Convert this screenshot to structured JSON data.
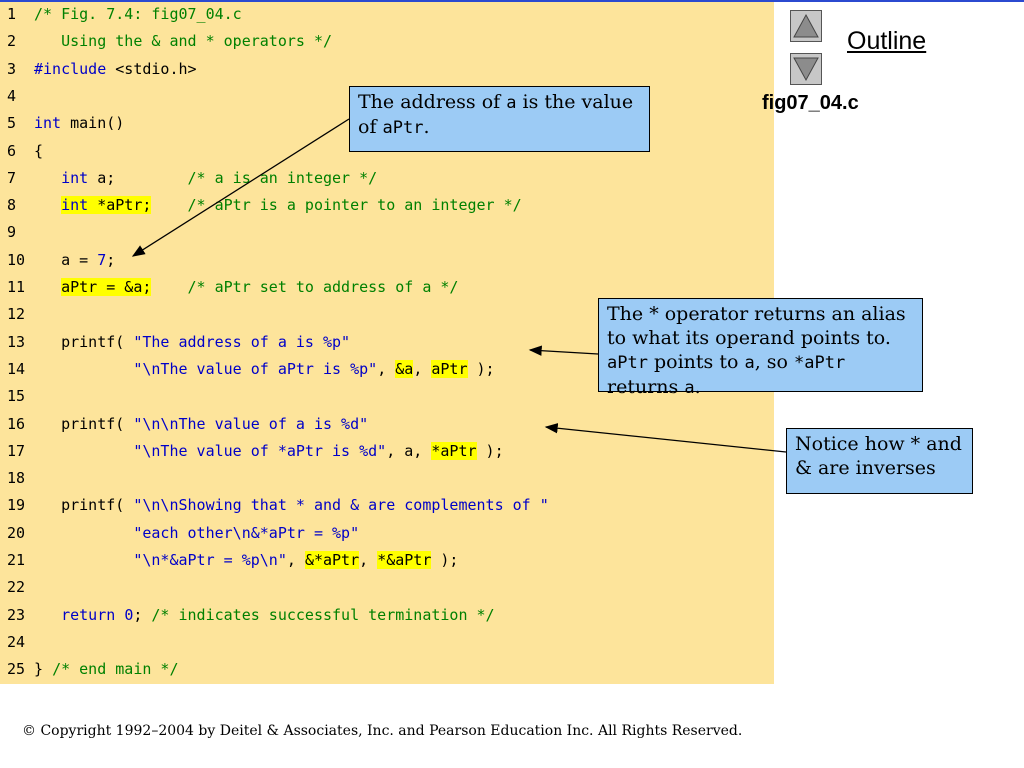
{
  "slide": {
    "outline_label": "Outline",
    "file_label": "fig07_04.c",
    "copyright": "© Copyright 1992–2004 by Deitel & Associates, Inc. and Pearson Education Inc. All Rights Reserved.",
    "colors": {
      "code_background": "#fde49b",
      "callout_background": "#9ccbf5",
      "highlight": "#ffff00",
      "comment": "#008000",
      "keyword": "#0000c8"
    }
  },
  "nav": {
    "up_icon": "triangle-up-icon",
    "down_icon": "triangle-down-icon"
  },
  "code": {
    "lines": [
      {
        "n": "1",
        "tokens": [
          {
            "t": "/* Fig. 7.4: fig07_04.c",
            "c": "cm"
          }
        ]
      },
      {
        "n": "2",
        "tokens": [
          {
            "t": "   Using the & and * operators */",
            "c": "cm"
          }
        ]
      },
      {
        "n": "3",
        "tokens": [
          {
            "t": "#include",
            "c": "kw"
          },
          {
            "t": " <stdio.h>",
            "c": "tx"
          }
        ]
      },
      {
        "n": "4",
        "tokens": []
      },
      {
        "n": "5",
        "tokens": [
          {
            "t": "int",
            "c": "kw"
          },
          {
            "t": " main()",
            "c": "tx"
          }
        ]
      },
      {
        "n": "6",
        "tokens": [
          {
            "t": "{",
            "c": "tx"
          }
        ]
      },
      {
        "n": "7",
        "tokens": [
          {
            "t": "   ",
            "c": "tx"
          },
          {
            "t": "int",
            "c": "kw"
          },
          {
            "t": " a;        ",
            "c": "tx"
          },
          {
            "t": "/* a is an integer */",
            "c": "cm"
          }
        ]
      },
      {
        "n": "8",
        "tokens": [
          {
            "t": "   ",
            "c": "tx"
          },
          {
            "t": "int",
            "c": "kw",
            "hl": true
          },
          {
            "t": " *aPtr;",
            "c": "tx",
            "hl": true
          },
          {
            "t": "    ",
            "c": "tx"
          },
          {
            "t": "/* aPtr is a pointer to an integer */",
            "c": "cm"
          }
        ]
      },
      {
        "n": "9",
        "tokens": []
      },
      {
        "n": "10",
        "tokens": [
          {
            "t": "   a = ",
            "c": "tx"
          },
          {
            "t": "7",
            "c": "nu"
          },
          {
            "t": ";",
            "c": "tx"
          }
        ]
      },
      {
        "n": "11",
        "tokens": [
          {
            "t": "   ",
            "c": "tx"
          },
          {
            "t": "aPtr = &a;",
            "c": "tx",
            "hl": true
          },
          {
            "t": "    ",
            "c": "tx"
          },
          {
            "t": "/* aPtr set to address of a */",
            "c": "cm"
          }
        ]
      },
      {
        "n": "12",
        "tokens": []
      },
      {
        "n": "13",
        "tokens": [
          {
            "t": "   printf( ",
            "c": "tx"
          },
          {
            "t": "\"The address of a is %p\"",
            "c": "st"
          }
        ]
      },
      {
        "n": "14",
        "tokens": [
          {
            "t": "           ",
            "c": "tx"
          },
          {
            "t": "\"\\nThe value of aPtr is %p\"",
            "c": "st"
          },
          {
            "t": ", ",
            "c": "tx"
          },
          {
            "t": "&a",
            "c": "tx",
            "hl": true
          },
          {
            "t": ", ",
            "c": "tx"
          },
          {
            "t": "aPtr",
            "c": "tx",
            "hl": true
          },
          {
            "t": " );",
            "c": "tx"
          }
        ]
      },
      {
        "n": "15",
        "tokens": []
      },
      {
        "n": "16",
        "tokens": [
          {
            "t": "   printf( ",
            "c": "tx"
          },
          {
            "t": "\"\\n\\nThe value of a is %d\"",
            "c": "st"
          }
        ]
      },
      {
        "n": "17",
        "tokens": [
          {
            "t": "           ",
            "c": "tx"
          },
          {
            "t": "\"\\nThe value of *aPtr is %d\"",
            "c": "st"
          },
          {
            "t": ", a, ",
            "c": "tx"
          },
          {
            "t": "*aPtr",
            "c": "tx",
            "hl": true
          },
          {
            "t": " );",
            "c": "tx"
          }
        ]
      },
      {
        "n": "18",
        "tokens": []
      },
      {
        "n": "19",
        "tokens": [
          {
            "t": "   printf( ",
            "c": "tx"
          },
          {
            "t": "\"\\n\\nShowing that * and & are complements of \"",
            "c": "st"
          }
        ]
      },
      {
        "n": "20",
        "tokens": [
          {
            "t": "           ",
            "c": "tx"
          },
          {
            "t": "\"each other\\n&*aPtr = %p\"",
            "c": "st"
          }
        ]
      },
      {
        "n": "21",
        "tokens": [
          {
            "t": "           ",
            "c": "tx"
          },
          {
            "t": "\"\\n*&aPtr = %p\\n\"",
            "c": "st"
          },
          {
            "t": ", ",
            "c": "tx"
          },
          {
            "t": "&*aPtr",
            "c": "tx",
            "hl": true
          },
          {
            "t": ", ",
            "c": "tx"
          },
          {
            "t": "*&aPtr",
            "c": "tx",
            "hl": true
          },
          {
            "t": " );",
            "c": "tx"
          }
        ]
      },
      {
        "n": "22",
        "tokens": []
      },
      {
        "n": "23",
        "tokens": [
          {
            "t": "   ",
            "c": "tx"
          },
          {
            "t": "return",
            "c": "kw"
          },
          {
            "t": " ",
            "c": "tx"
          },
          {
            "t": "0",
            "c": "nu"
          },
          {
            "t": "; ",
            "c": "tx"
          },
          {
            "t": "/* indicates successful termination */",
            "c": "cm"
          }
        ]
      },
      {
        "n": "24",
        "tokens": []
      },
      {
        "n": "25",
        "tokens": [
          {
            "t": "} ",
            "c": "tx"
          },
          {
            "t": "/* end main */",
            "c": "cm"
          }
        ]
      }
    ]
  },
  "callouts": {
    "address": {
      "text_1": "The address of ",
      "code_1": "a",
      "text_2": " is the value of ",
      "code_2": "aPtr",
      "text_3": "."
    },
    "operator": {
      "text_1": "The * operator returns an alias to what its operand points to.  ",
      "code_1": "aPtr",
      "text_2": " points to ",
      "code_2": "a",
      "text_3": ", so ",
      "code_3": "*aPtr",
      "text_4": " returns ",
      "code_4": "a",
      "text_5": "."
    },
    "inverses": {
      "text": "Notice how * and & are inverses"
    }
  }
}
